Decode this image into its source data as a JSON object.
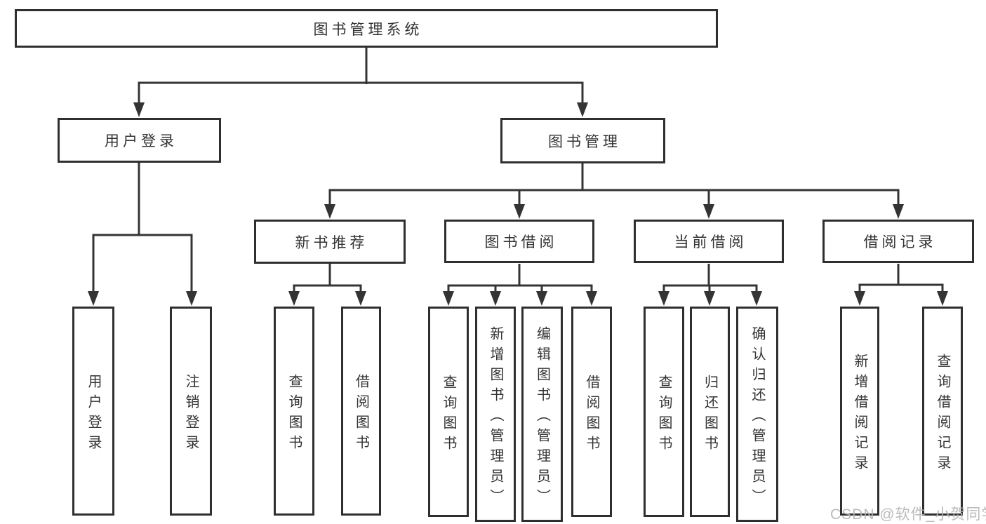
{
  "diagram": {
    "nodes": {
      "root": "图书管理系统",
      "user_login": "用户登录",
      "book_mgmt": "图书管理",
      "new_book_rec": "新书推荐",
      "book_borrow": "图书借阅",
      "current_borrow": "当前借阅",
      "borrow_records": "借阅记录",
      "leaf_user_login": "用户登录",
      "leaf_logout": "注销登录",
      "leaf_query_book_rec": "查询图书",
      "leaf_borrow_book_rec": "借阅图书",
      "leaf_query_book_borrow": "查询图书",
      "leaf_add_book": "新增图书（管理员）",
      "leaf_edit_book": "编辑图书（管理员）",
      "leaf_borrow_book_borrow": "借阅图书",
      "leaf_query_book_current": "查询图书",
      "leaf_return_book": "归还图书",
      "leaf_confirm_return": "确认归还（管理员）",
      "leaf_add_record": "新增借阅记录",
      "leaf_query_record": "查询借阅记录"
    },
    "colors": {
      "line": "#343434",
      "box_border": "#2f2f2f",
      "text": "#333333",
      "background": "#ffffff",
      "watermark": "#b5b5b5"
    }
  },
  "watermark": {
    "text": "CSDN @软件_小贺同学"
  }
}
